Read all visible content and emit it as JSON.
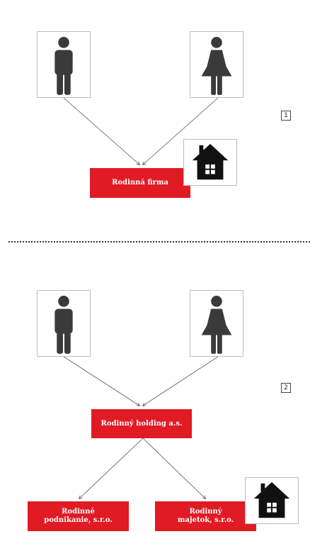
{
  "diagram1": {
    "company_label": "Rodinná firma",
    "step_number": "1",
    "icons": {
      "male": "man-icon",
      "female": "woman-icon",
      "property": "house-icon"
    }
  },
  "diagram2": {
    "holding_label": "Rodinný holding a.s.",
    "business_label_line1": "Rodinné",
    "business_label_line2": "podnikanie, s.r.o.",
    "property_label_line1": "Rodinný",
    "property_label_line2": "majetok, s.r.o.",
    "step_number": "2",
    "icons": {
      "male": "man-icon",
      "female": "woman-icon",
      "property": "house-icon"
    }
  },
  "colors": {
    "accent_red": "#e01b24",
    "figure": "#3a3a3a",
    "house": "#111111"
  }
}
